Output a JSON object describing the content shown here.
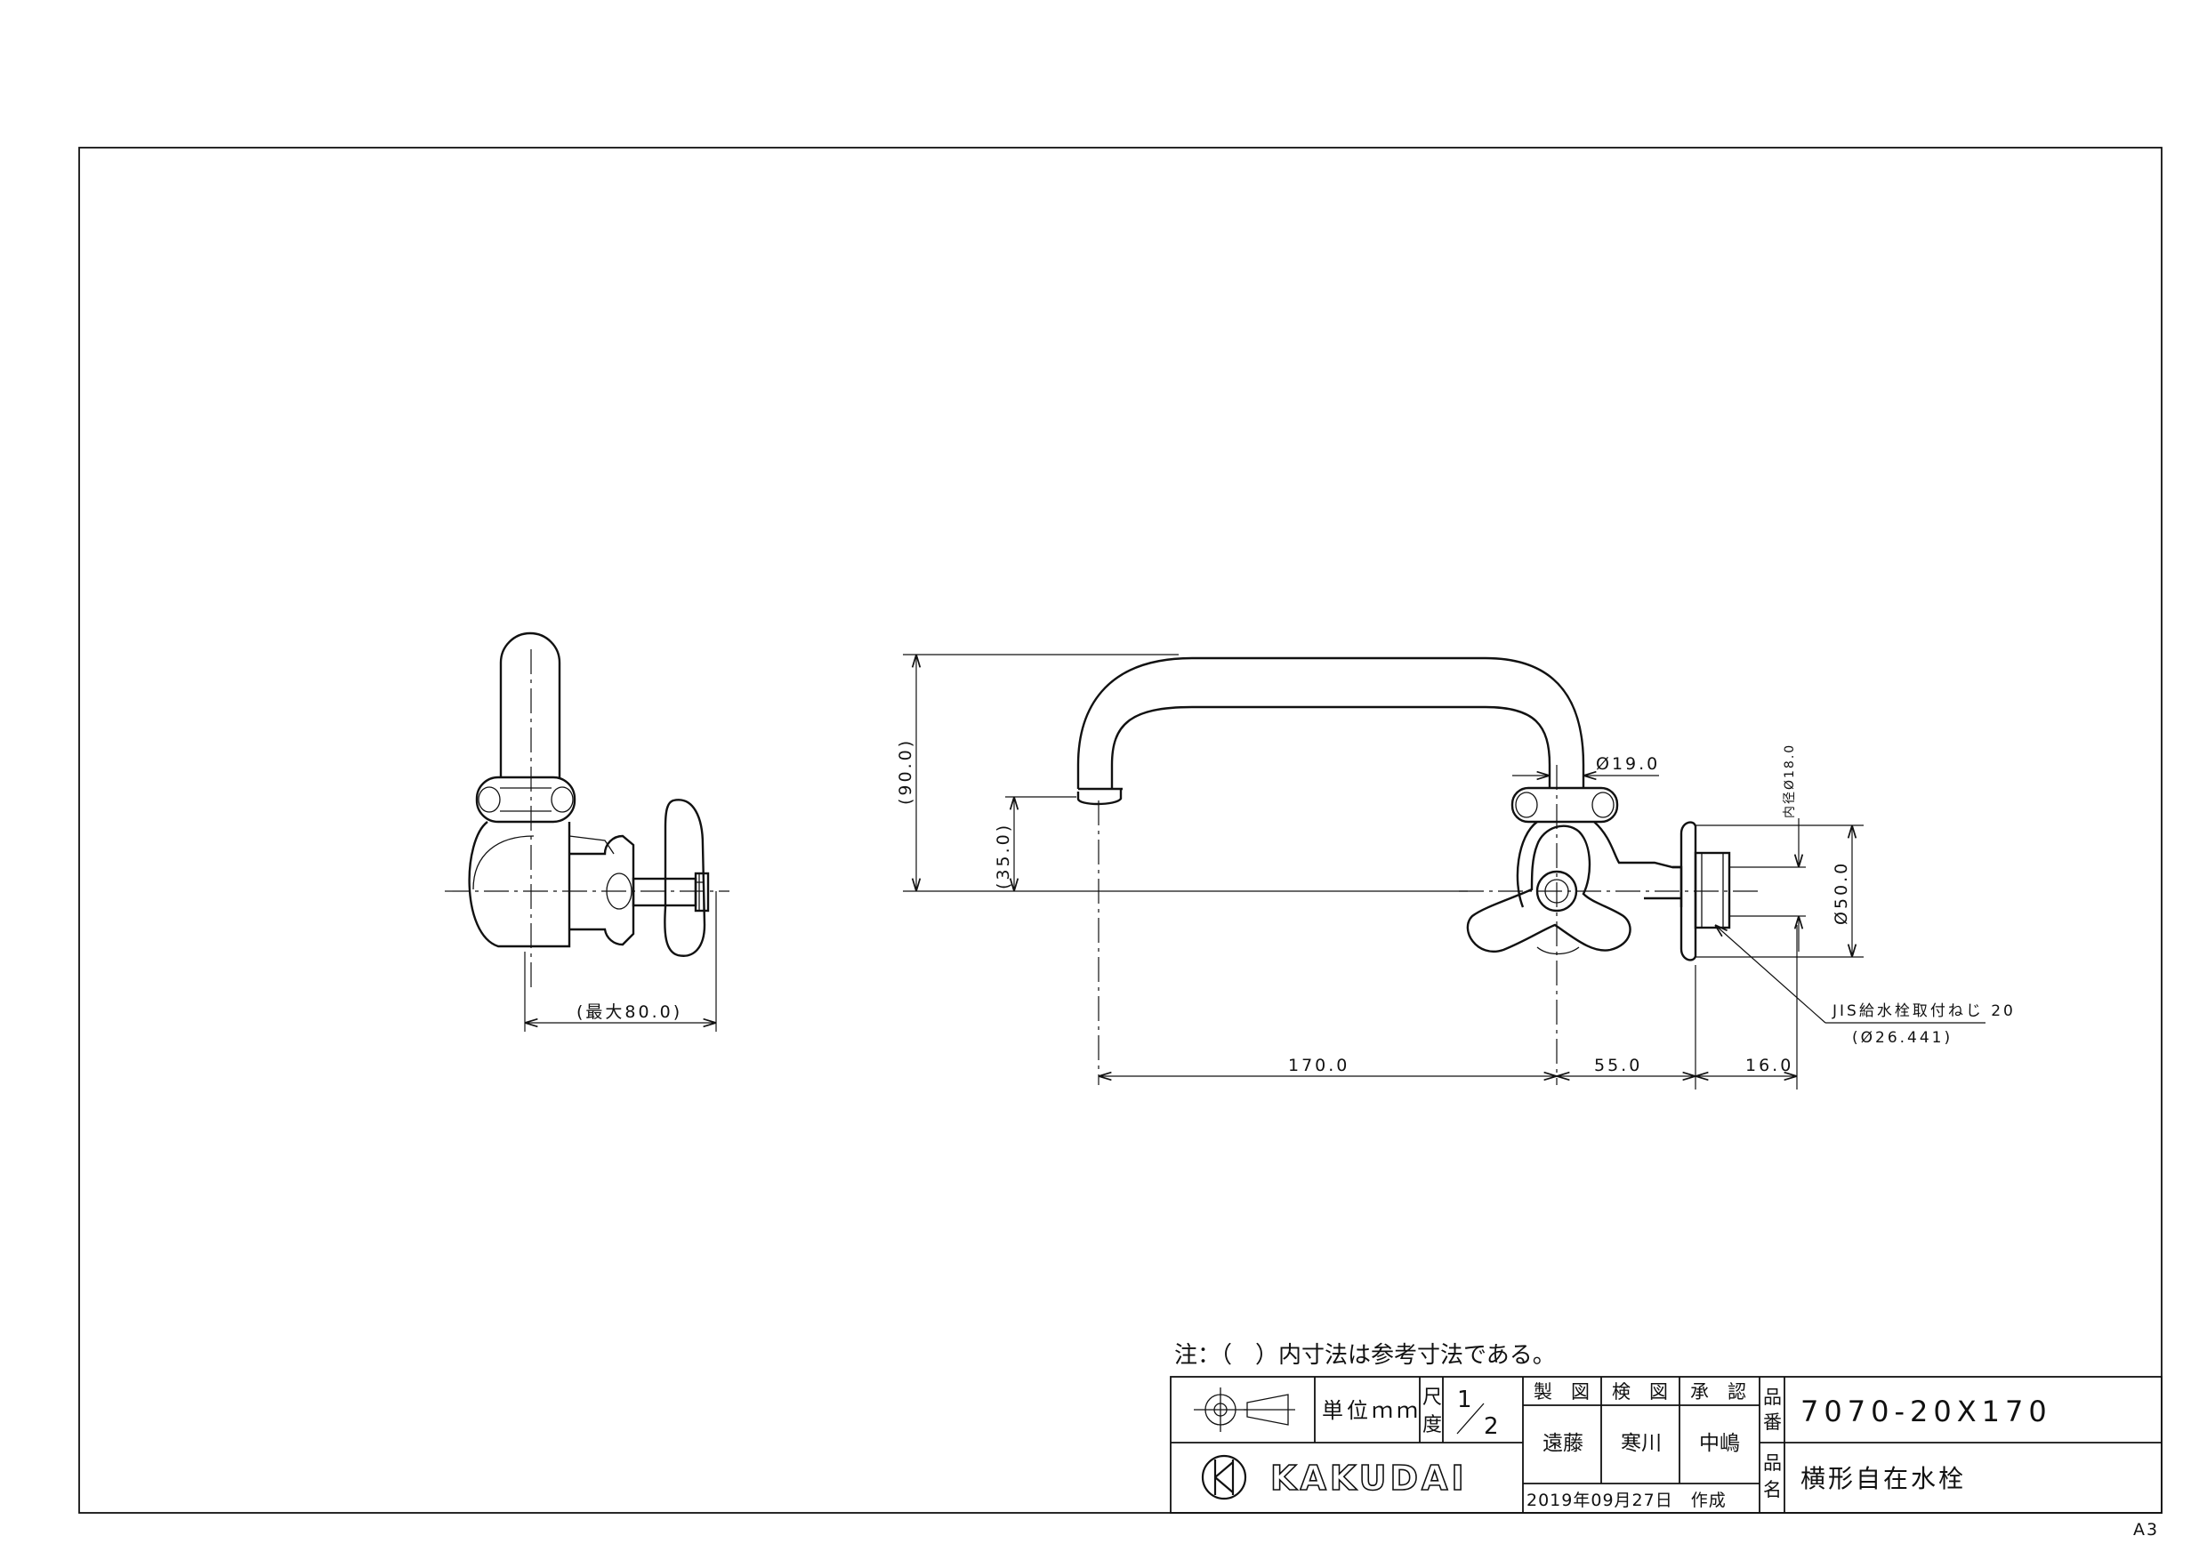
{
  "dimensions": {
    "overall_height": "(90.0)",
    "spout_height": "(35.0)",
    "pipe_diameter": "Ø19.0",
    "inner_diameter": "内径Ø18.0",
    "flange_diameter": "Ø50.0",
    "max_depth": "(最大80.0)",
    "spout_length": "170.0",
    "body_length": "55.0",
    "thread_length": "16.0",
    "thread_spec": "JIS給水栓取付ねじ 20",
    "thread_diameter": "(Ø26.441)"
  },
  "note": "注：（　）内寸法は参考寸法である。",
  "title_block": {
    "unit_label": "単位ｍｍ",
    "scale_label_1": "尺",
    "scale_label_2": "度",
    "scale_num": "1",
    "scale_den": "2",
    "seizu": "製　図",
    "kenzu": "検　図",
    "shonin": "承　認",
    "drafter": "遠藤",
    "checker": "寒川",
    "approver": "中嶋",
    "date": "2019年09月27日　作成",
    "hinban_label_1": "品",
    "hinban_label_2": "番",
    "hinmei_label_1": "品",
    "hinmei_label_2": "名",
    "part_number": "7070-20X170",
    "part_name": "横形自在水栓",
    "logo": "KAKUDAI"
  },
  "sheet_size": "A3"
}
